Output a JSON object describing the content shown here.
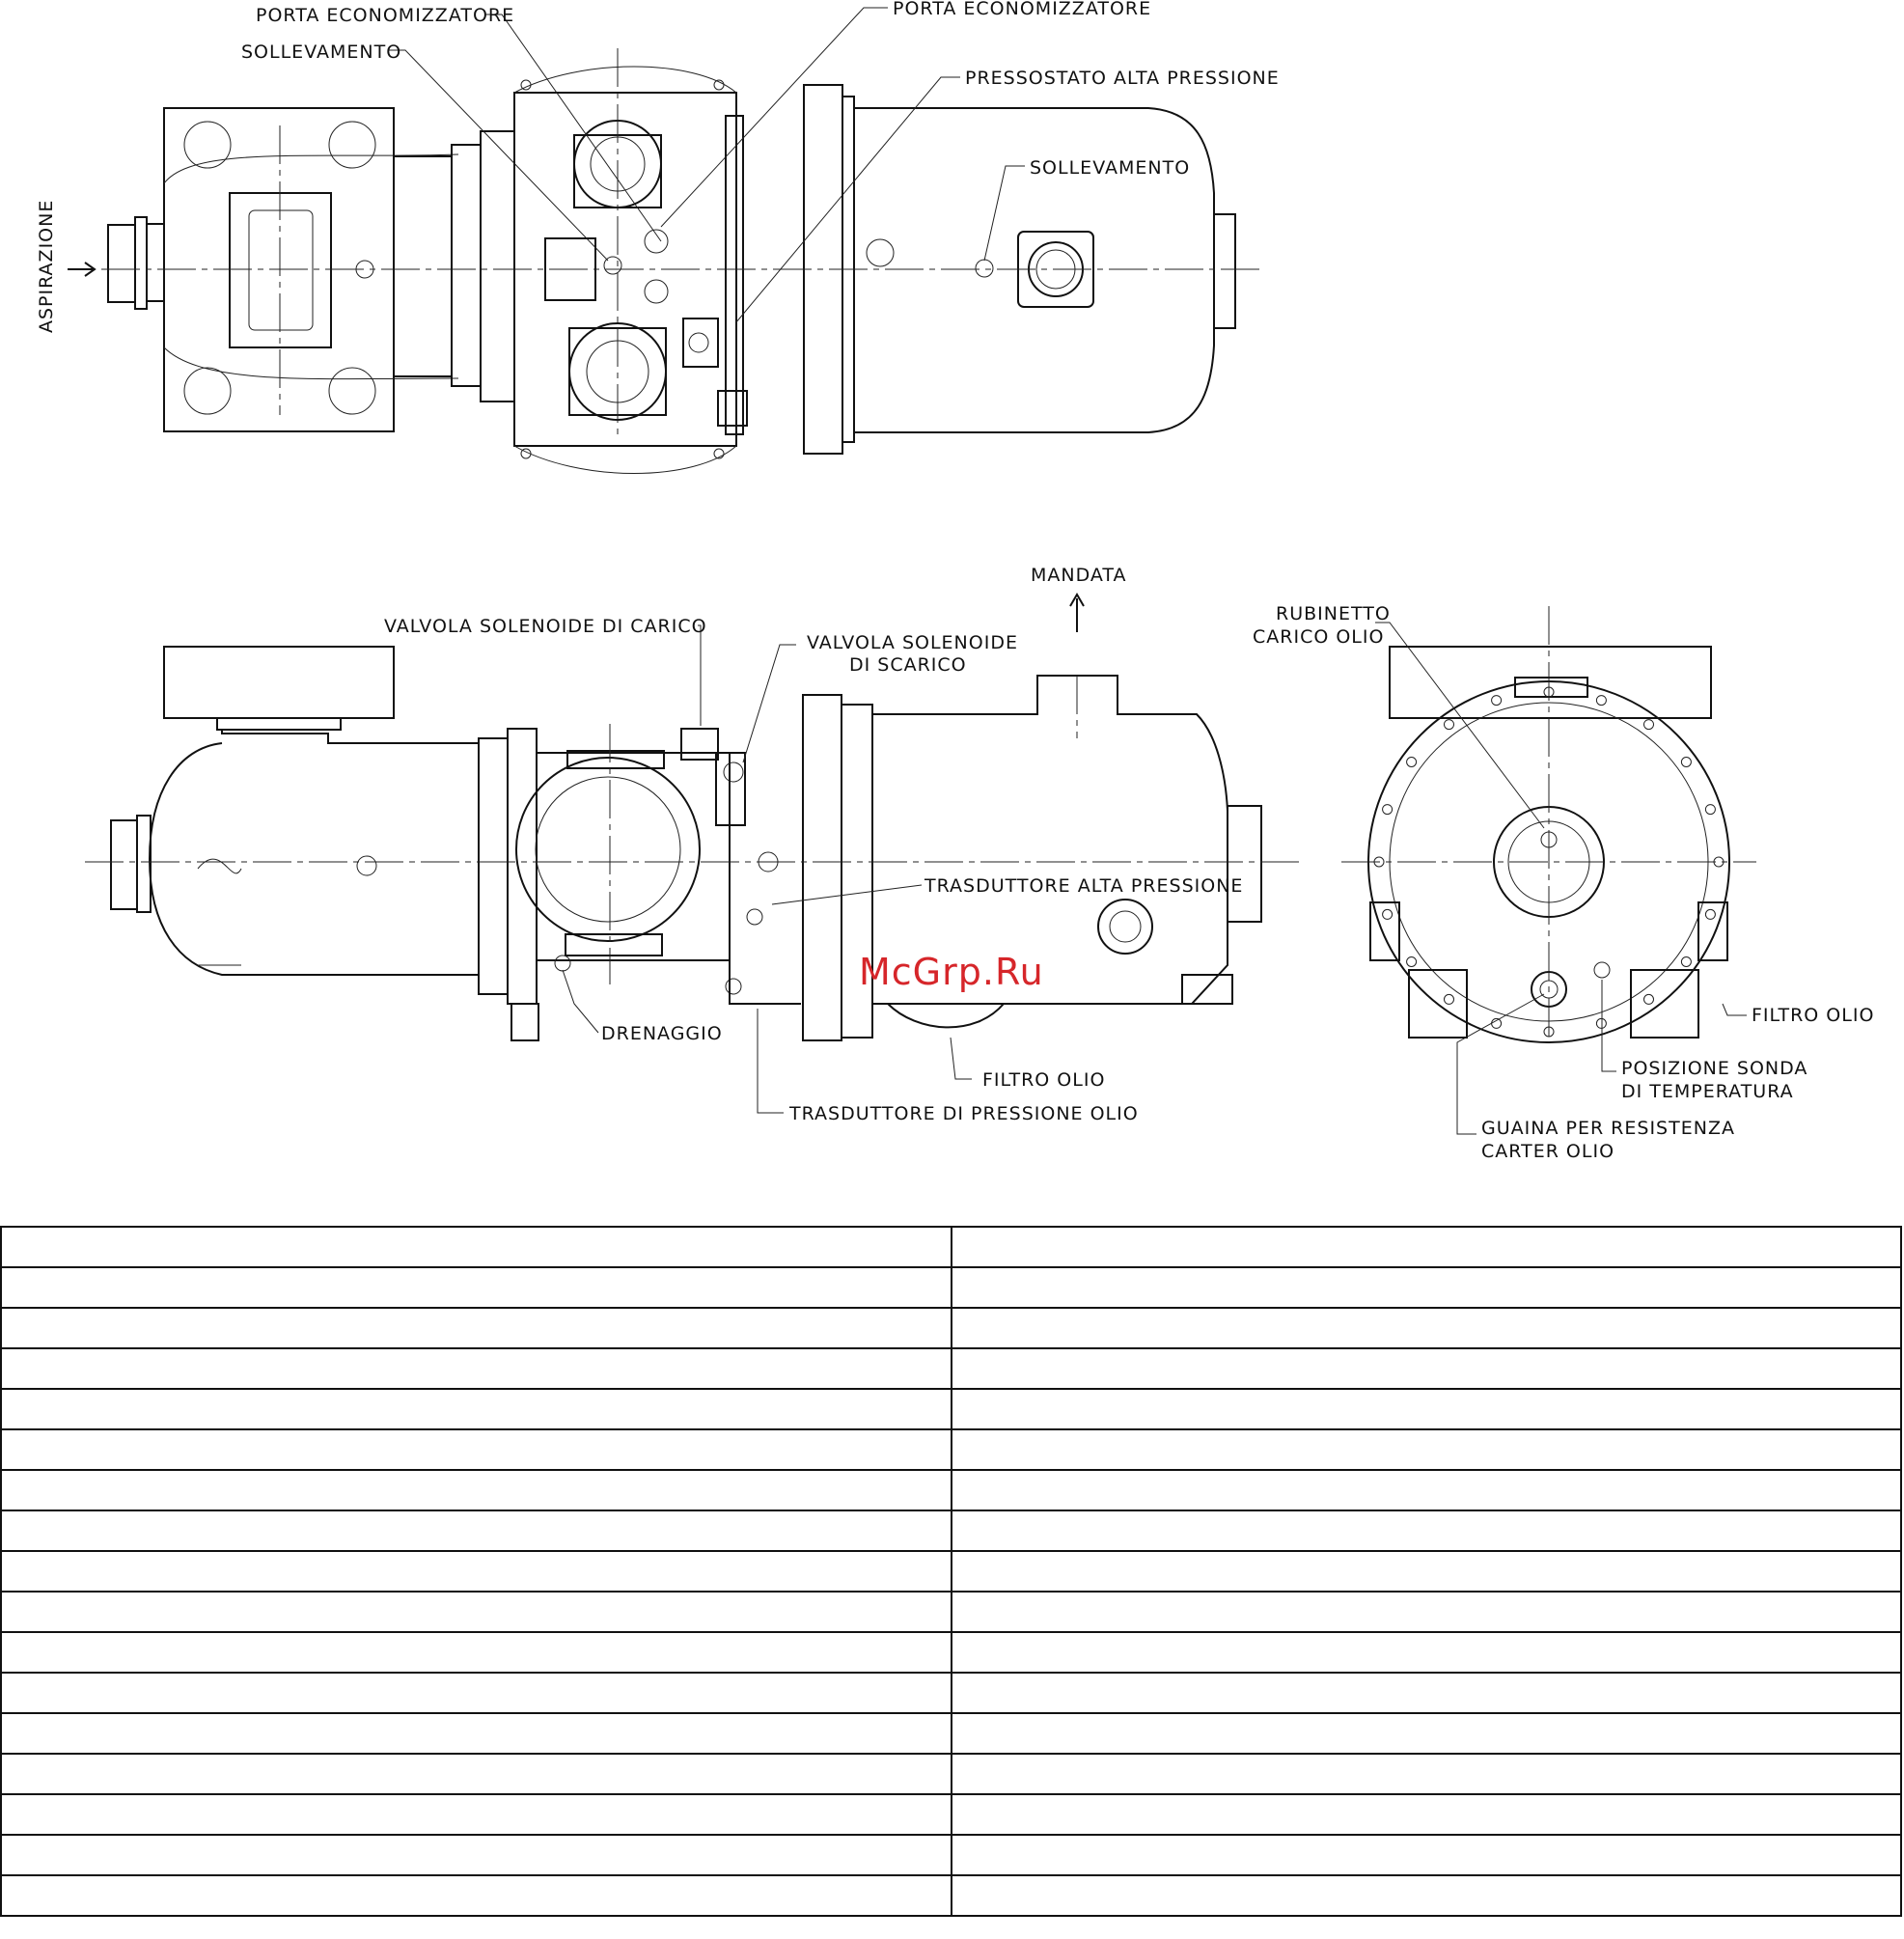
{
  "labels": {
    "porta_economizzatore_left": "PORTA ECONOMIZZATORE",
    "porta_economizzatore_right": "PORTA ECONOMIZZATORE",
    "sollevamento_left": "SOLLEVAMENTO",
    "pressostato": "PRESSOSTATO ALTA PRESSIONE",
    "sollevamento_right": "SOLLEVAMENTO",
    "aspirazione": "ASPIRAZIONE",
    "mandata": "MANDATA",
    "valvola_carico": "VALVOLA SOLENOIDE DI CARICO",
    "valvola_scarico_1": "VALVOLA SOLENOIDE",
    "valvola_scarico_2": "DI SCARICO",
    "trasduttore_alta": "TRASDUTTORE ALTA PRESSIONE",
    "drenaggio": "DRENAGGIO",
    "filtro_olio_side": "FILTRO OLIO",
    "trasduttore_olio": "TRASDUTTORE DI PRESSIONE OLIO",
    "rubinetto_1": "RUBINETTO",
    "rubinetto_2": "CARICO OLIO",
    "filtro_olio_end": "FILTRO OLIO",
    "posizione_1": "POSIZIONE SONDA",
    "posizione_2": "DI TEMPERATURA",
    "guaina_1": "GUAINA PER RESISTENZA",
    "guaina_2": "CARTER OLIO"
  },
  "watermark": "McGrp.Ru",
  "watermark_color": "#d6262a",
  "table": {
    "columns": 2,
    "rows": [
      [
        "",
        ""
      ],
      [
        "",
        ""
      ],
      [
        "",
        ""
      ],
      [
        "",
        ""
      ],
      [
        "",
        ""
      ],
      [
        "",
        ""
      ],
      [
        "",
        ""
      ],
      [
        "",
        ""
      ],
      [
        "",
        ""
      ],
      [
        "",
        ""
      ],
      [
        "",
        ""
      ],
      [
        "",
        ""
      ],
      [
        "",
        ""
      ],
      [
        "",
        ""
      ],
      [
        "",
        ""
      ],
      [
        "",
        ""
      ],
      [
        "",
        ""
      ]
    ]
  }
}
